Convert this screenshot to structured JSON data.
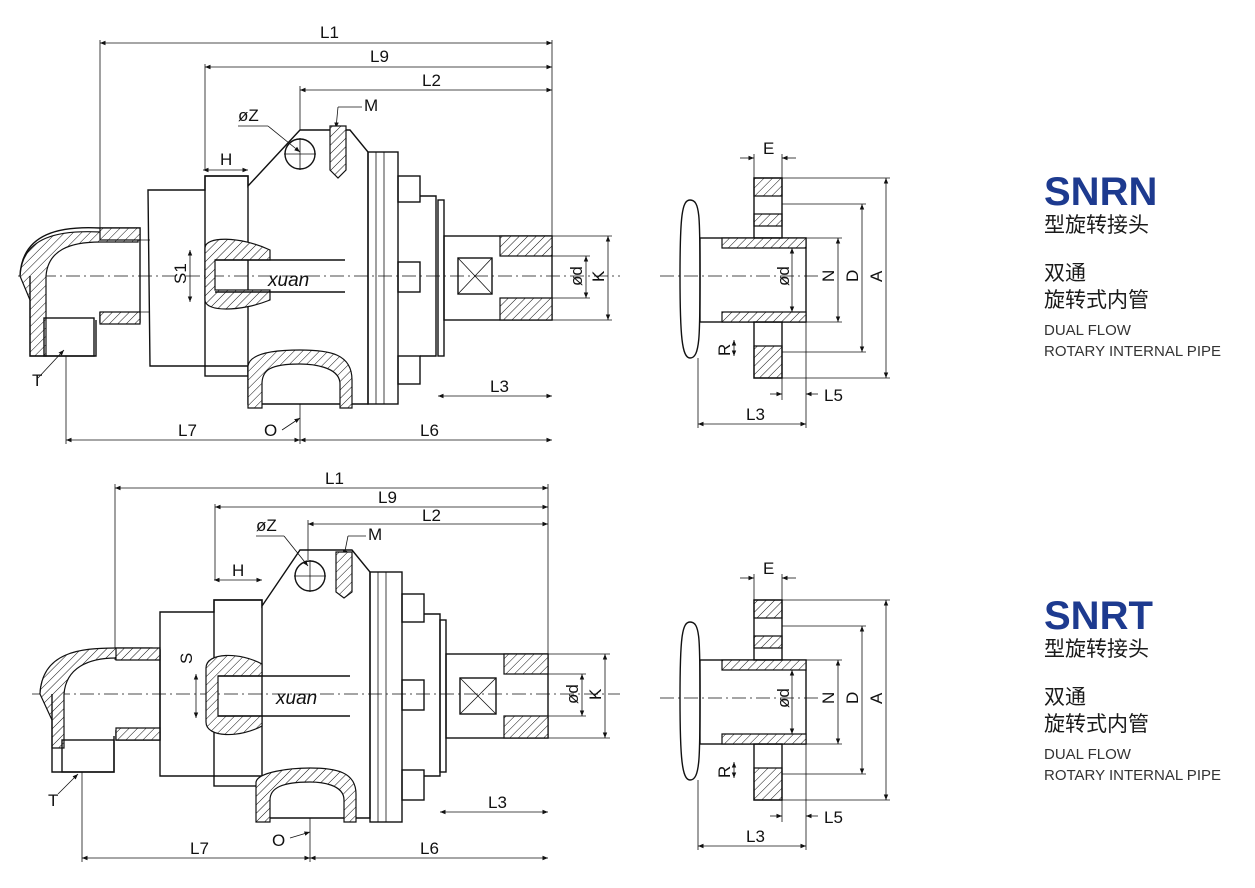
{
  "colors": {
    "model_title": "#1d3a8f",
    "line": "#111111"
  },
  "brand_text": "xuan",
  "products": [
    {
      "model": "SNRN",
      "type_cn": "型旋转接头",
      "desc_cn_1": "双通",
      "desc_cn_2": "旋转式内管",
      "desc_en_1": "DUAL FLOW",
      "desc_en_2": "ROTARY INTERNAL PIPE",
      "dims": {
        "L1": "L1",
        "L9": "L9",
        "L2": "L2",
        "Z": "øZ",
        "M": "M",
        "H": "H",
        "S": "S1",
        "T": "T",
        "O": "O",
        "L7": "L7",
        "L6": "L6",
        "L3": "L3",
        "d": "ød",
        "K": "K",
        "E": "E",
        "N": "N",
        "D": "D",
        "A": "A",
        "R": "R",
        "L5": "L5",
        "L3b": "L3"
      }
    },
    {
      "model": "SNRT",
      "type_cn": "型旋转接头",
      "desc_cn_1": "双通",
      "desc_cn_2": "旋转式内管",
      "desc_en_1": "DUAL FLOW",
      "desc_en_2": "ROTARY INTERNAL PIPE",
      "dims": {
        "L1": "L1",
        "L9": "L9",
        "L2": "L2",
        "Z": "øZ",
        "M": "M",
        "H": "H",
        "S": "S",
        "T": "T",
        "O": "O",
        "L7": "L7",
        "L6": "L6",
        "L3": "L3",
        "d": "ød",
        "K": "K",
        "E": "E",
        "N": "N",
        "D": "D",
        "A": "A",
        "R": "R",
        "L5": "L5",
        "L3b": "L3"
      }
    }
  ]
}
